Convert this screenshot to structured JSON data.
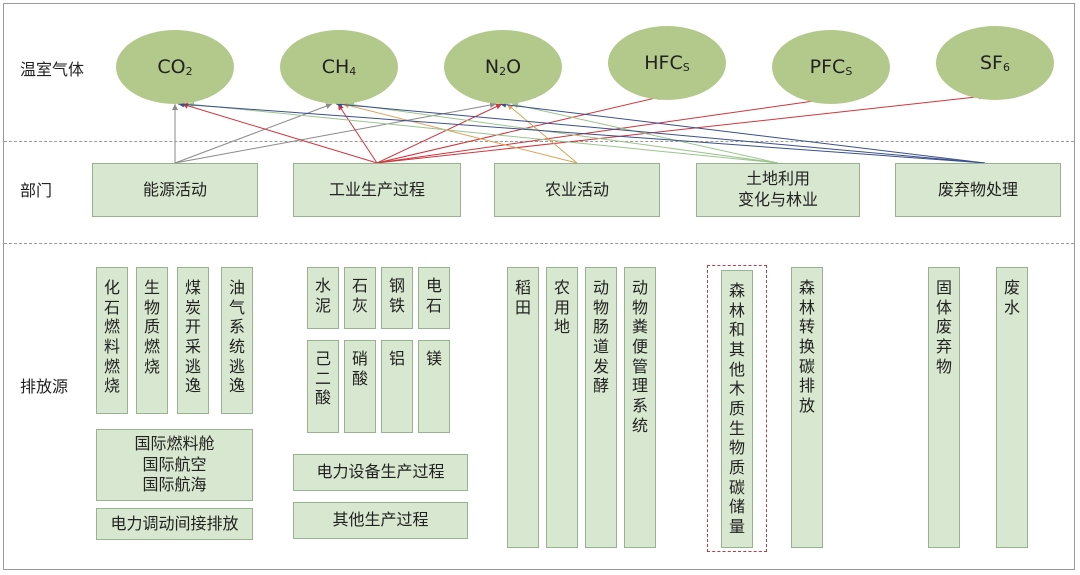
{
  "rows": {
    "gases": "温室气体",
    "sectors": "部门",
    "sources": "排放源"
  },
  "gases": [
    {
      "base": "CO",
      "sub": "2"
    },
    {
      "base": "CH",
      "sub": "4"
    },
    {
      "base": "N",
      "sub": "2",
      "tail": "O"
    },
    {
      "base": "HFC",
      "sub": "S"
    },
    {
      "base": "PFC",
      "sub": "S"
    },
    {
      "base": "SF",
      "sub": "6"
    }
  ],
  "sectors": [
    "能源活动",
    "工业生产过程",
    "农业活动",
    "土地利用\n变化与林业",
    "废弃物处理"
  ],
  "energy_sources": [
    "化石燃料燃烧",
    "生物质燃烧",
    "煤炭开采逃逸",
    "油气系统逃逸"
  ],
  "energy_other": [
    "国际燃料舱\n国际航空\n国际航海",
    "电力调动间接排放"
  ],
  "industry_sources": [
    "水泥",
    "石灰",
    "钢铁",
    "电石",
    "己二酸",
    "硝酸",
    "铝",
    "镁"
  ],
  "industry_other": [
    "电力设备生产过程",
    "其他生产过程"
  ],
  "agri_sources": [
    "稻田",
    "农用地",
    "动物肠道发酵",
    "动物粪便管理系统"
  ],
  "landuse_sources": [
    "森林和其他木质生物质碳储量",
    "森林转换碳排放"
  ],
  "waste_sources": [
    "固体废弃物",
    "废水"
  ],
  "colors": {
    "gas_fill": "#b3c98b",
    "box_fill": "#d8e7cf",
    "box_border": "#97b28e",
    "link_gray": "#8a8a8a",
    "link_blue": "#3b4f8c",
    "link_red": "#d0343c",
    "link_orange": "#d9a35a",
    "link_green": "#9bc48c",
    "highlight": "#c0394a"
  }
}
